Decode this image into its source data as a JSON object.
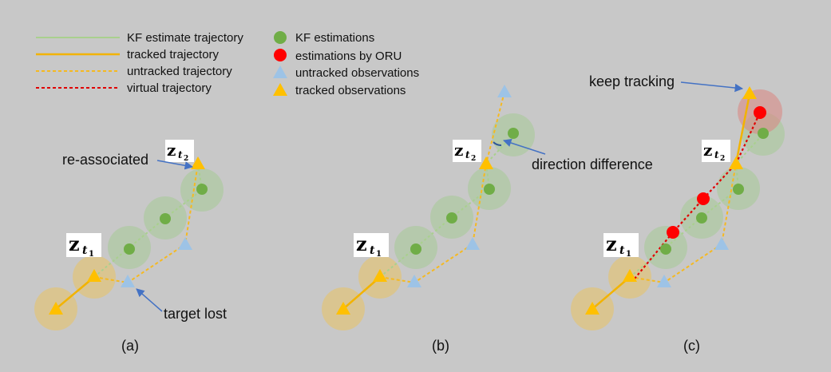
{
  "colors": {
    "background": "#c8c8c8",
    "kf_line": "#a9d08e",
    "tracked": "#f2b300",
    "untracked": "#f5b921",
    "virtual": "#e00000",
    "kf_point": "#70ad47",
    "oru_point": "#ff0000",
    "untracked_obs": "#9dc3e6",
    "tracked_obs": "#ffc000",
    "arrow": "#4472c4"
  },
  "legend": {
    "kf_estimate_trajectory": "KF estimate trajectory",
    "tracked_trajectory": "tracked trajectory",
    "untracked_trajectory": "untracked trajectory",
    "virtual_trajectory": "virtual trajectory",
    "kf_estimations": "KF estimations",
    "estimations_by_oru": "estimations by ORU",
    "untracked_observations": "untracked observations",
    "tracked_observations": "tracked observations"
  },
  "panels": [
    {
      "caption": "(a)",
      "z_t1": {
        "base": "z",
        "sub": "t",
        "subsub": "1"
      },
      "z_t2": {
        "base": "z",
        "sub": "t",
        "subsub": "2"
      },
      "annotations": [
        "re-associated",
        "target lost"
      ]
    },
    {
      "caption": "(b)",
      "z_t1": {
        "base": "z",
        "sub": "t",
        "subsub": "1"
      },
      "z_t2": {
        "base": "z",
        "sub": "t",
        "subsub": "2"
      },
      "annotations": [
        "direction difference"
      ]
    },
    {
      "caption": "(c)",
      "z_t1": {
        "base": "z",
        "sub": "t",
        "subsub": "1"
      },
      "z_t2": {
        "base": "z",
        "sub": "t",
        "subsub": "2"
      },
      "annotations": [
        "keep tracking"
      ]
    }
  ]
}
